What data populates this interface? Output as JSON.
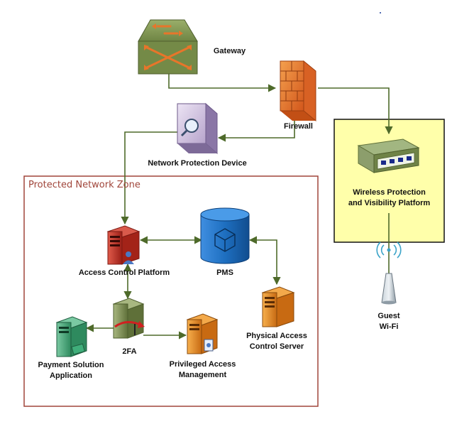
{
  "zone": {
    "title": "Protected Network Zone"
  },
  "nodes": {
    "gateway": "Gateway",
    "firewall": "Firewall",
    "network_protection_device": "Network Protection Device",
    "wireless_platform_line1": "Wireless Protection",
    "wireless_platform_line2": "and Visibility Platform",
    "guest_wifi_line1": "Guest",
    "guest_wifi_line2": "Wi-Fi",
    "access_control_platform": "Access Control Platform",
    "pms": "PMS",
    "physical_access_line1": "Physical Access",
    "physical_access_line2": "Control Server",
    "twofa": "2FA",
    "payment_line1": "Payment Solution",
    "payment_line2": "Application",
    "privileged_line1": "Privileged Access",
    "privileged_line2": "Management"
  },
  "colors": {
    "connector": "#4e6a2a",
    "zone_border": "#a0453a",
    "wireless_box_fill": "#ffffaa",
    "gateway": "#7a8f4f",
    "firewall": "#e8752a",
    "pms": "#1e6fc0"
  },
  "icons": [
    "router-icon",
    "firewall-icon",
    "inspection-device-icon",
    "appliance-icon",
    "wifi-antenna-icon",
    "server-icon",
    "database-icon"
  ]
}
